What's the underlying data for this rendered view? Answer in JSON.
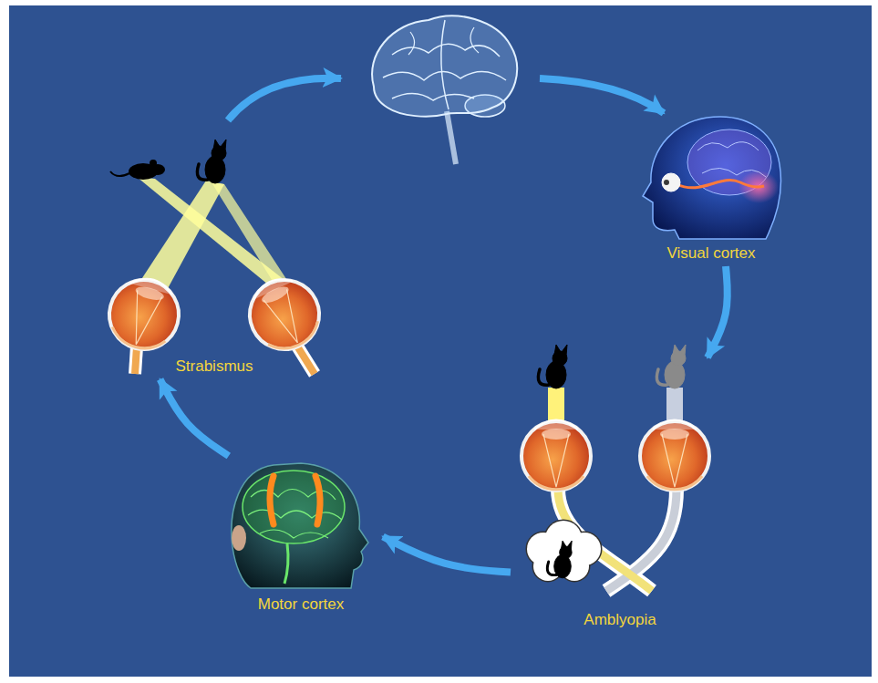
{
  "diagram": {
    "nodes": [
      {
        "text": [
          "Visual cortex"
        ]
      },
      {
        "text": [
          "Amblyopia"
        ]
      },
      {
        "text": [
          "Motor cortex"
        ]
      },
      {
        "text": [
          "Strabismus"
        ]
      }
    ],
    "edges": [
      {
        "from": 0,
        "to": 1,
        "arrow": "to"
      },
      {
        "from": 1,
        "to": 2,
        "arrow": "to"
      },
      {
        "from": 2,
        "to": 3,
        "arrow": "to"
      }
    ]
  }
}
